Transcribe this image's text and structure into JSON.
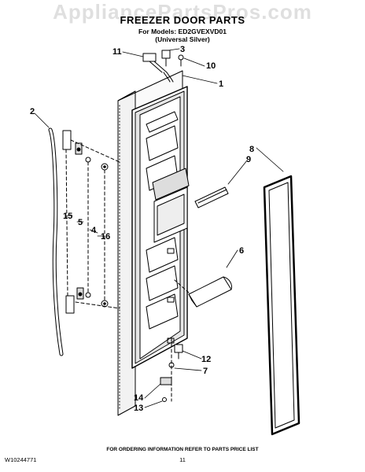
{
  "watermark": "AppliancePartsPros.com",
  "title": "FREEZER DOOR PARTS",
  "models_line": "For Models: ED2GVEXVD01",
  "color_line": "(Universal Silver)",
  "footer_note": "FOR ORDERING INFORMATION REFER TO PARTS PRICE LIST",
  "doc_number": "W10244771",
  "page_number": "11",
  "callouts": {
    "c1": "1",
    "c2": "2",
    "c3": "3",
    "c4": "4",
    "c5": "5",
    "c6": "6",
    "c7": "7",
    "c8": "8",
    "c9": "9",
    "c10": "10",
    "c11": "11",
    "c12": "12",
    "c13": "13",
    "c14": "14",
    "c15": "15",
    "c16": "16"
  }
}
